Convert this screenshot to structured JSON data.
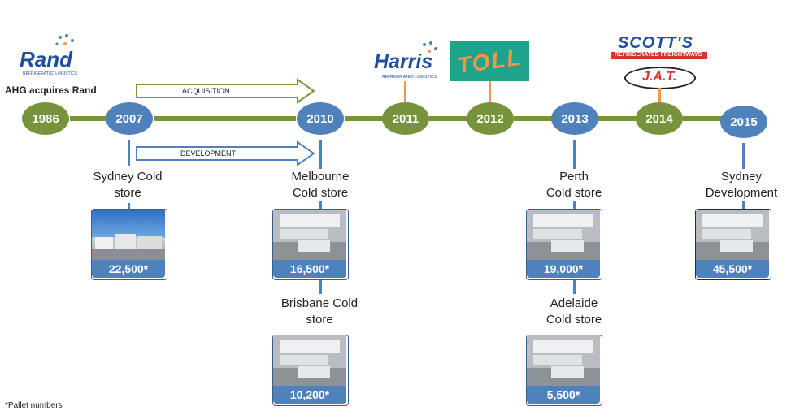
{
  "title": "",
  "header_text": "AHG acquires Rand",
  "years": [
    "1986",
    "2007",
    "2010",
    "2011",
    "2012",
    "2013",
    "2014",
    "2015"
  ],
  "arrows": {
    "top": "ACQUISITION",
    "bottom": "DEVELOPMENT"
  },
  "logos": {
    "rand": "Rand",
    "rand_sub": "REFRIGERATED LOGISTICS",
    "harris": "Harris",
    "harris_sub": "REFRIGERATED LOGISTICS",
    "toll": "TOLL",
    "scotts": "SCOTT'S",
    "scotts_sub": "REFRIGERATED FREIGHTWAYS",
    "jat": "J.A.T."
  },
  "facilities": [
    {
      "name_line1": "Sydney Cold",
      "name_line2": "store",
      "pallets": "22,500*"
    },
    {
      "name_line1": "Melbourne",
      "name_line2": "Cold store",
      "pallets": "16,500*"
    },
    {
      "name_line1": "Brisbane Cold",
      "name_line2": "store",
      "pallets": "10,200*"
    },
    {
      "name_line1": "Perth",
      "name_line2": "Cold store",
      "pallets": "19,000*"
    },
    {
      "name_line1": "Adelaide",
      "name_line2": "Cold store",
      "pallets": "5,500*"
    },
    {
      "name_line1": "Sydney",
      "name_line2": "Development",
      "pallets": "45,500*"
    }
  ],
  "footnote": "*Pallet numbers",
  "colors": {
    "green": "#77933c",
    "blue": "#4f81bd",
    "orange": "#f79646"
  }
}
